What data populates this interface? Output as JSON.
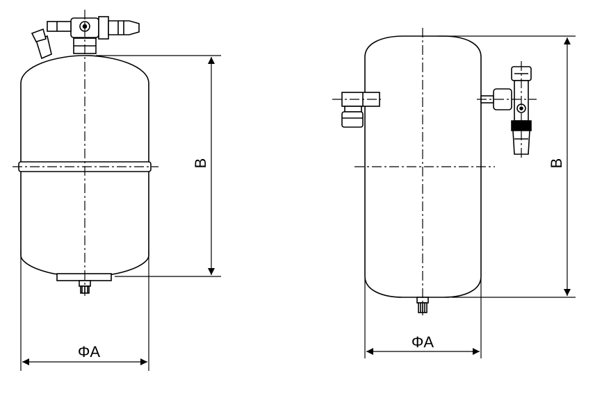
{
  "left_drawing": {
    "diameter_label": "ΦA",
    "height_label": "B"
  },
  "right_drawing": {
    "diameter_label": "ΦA",
    "height_label": "B"
  },
  "colors": {
    "line": "#000000",
    "background": "#ffffff"
  }
}
